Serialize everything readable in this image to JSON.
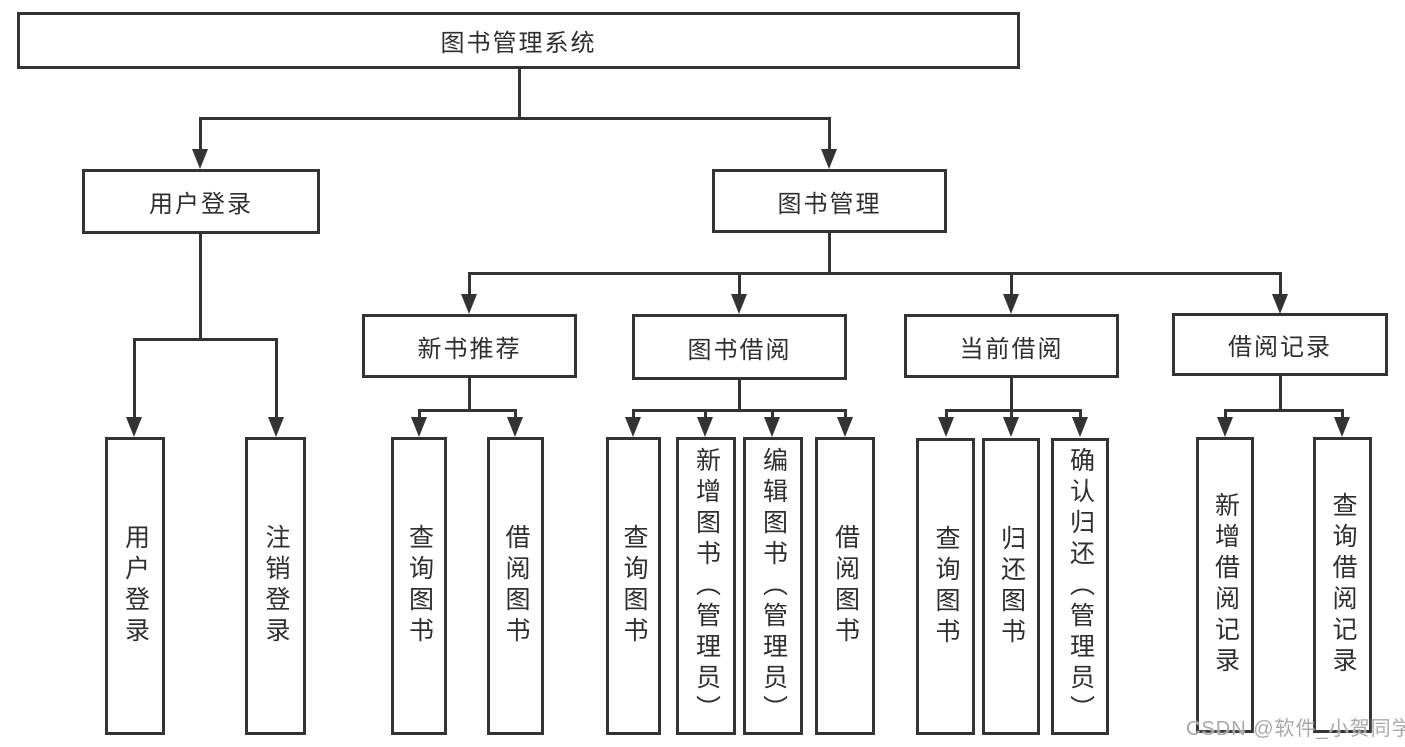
{
  "diagram": {
    "root": {
      "label": "图书管理系统"
    },
    "level1": {
      "user_login": {
        "label": "用户登录"
      },
      "book_mgmt": {
        "label": "图书管理"
      }
    },
    "level2": {
      "new_book_rec": {
        "label": "新书推荐"
      },
      "book_borrow": {
        "label": "图书借阅"
      },
      "current_borrow": {
        "label": "当前借阅"
      },
      "borrow_record": {
        "label": "借阅记录"
      }
    },
    "leaves": {
      "user_login_leaf": {
        "label": "用户登录"
      },
      "logout": {
        "label": "注销登录"
      },
      "rec_query_book": {
        "label": "查询图书"
      },
      "rec_borrow_book": {
        "label": "借阅图书"
      },
      "bb_query_book": {
        "label": "查询图书"
      },
      "bb_add_book": {
        "label": "新增图书（管理员）"
      },
      "bb_edit_book": {
        "label": "编辑图书（管理员）"
      },
      "bb_borrow_book": {
        "label": "借阅图书"
      },
      "cb_query_book": {
        "label": "查询图书"
      },
      "cb_return_book": {
        "label": "归还图书"
      },
      "cb_confirm_return": {
        "label": "确认归还（管理员）"
      },
      "br_add_record": {
        "label": "新增借阅记录"
      },
      "br_query_record": {
        "label": "查询借阅记录"
      }
    },
    "watermark": "CSDN @软件_小贺同学",
    "colors": {
      "line": "#333333",
      "text": "#2f2f2f",
      "watermark": "#a9a9a9",
      "background": "#ffffff"
    }
  }
}
